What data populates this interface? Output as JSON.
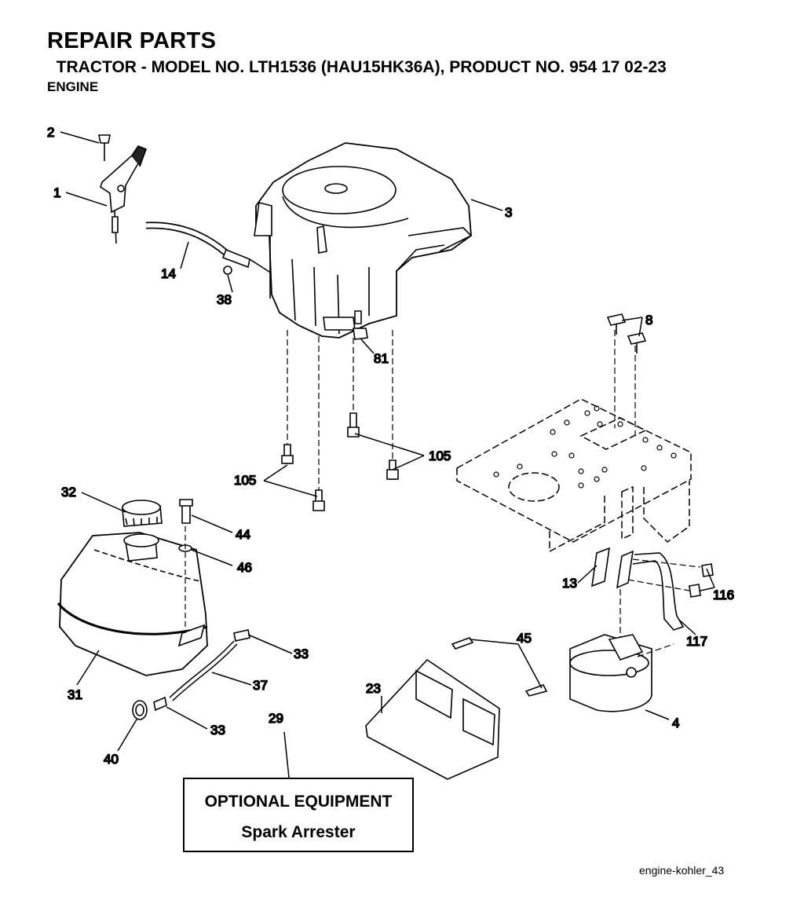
{
  "header": {
    "title": "REPAIR PARTS",
    "subtitle": "  TRACTOR - MODEL NO. LTH1536 (HAU15HK36A), PRODUCT NO. 954 17 02-23",
    "section": "ENGINE"
  },
  "callouts": {
    "c1": "1",
    "c2": "2",
    "c3": "3",
    "c4": "4",
    "c8": "8",
    "c13": "13",
    "c14": "14",
    "c23": "23",
    "c29": "29",
    "c31": "31",
    "c32": "32",
    "c33a": "33",
    "c33b": "33",
    "c37": "37",
    "c38": "38",
    "c40": "40",
    "c44": "44",
    "c45": "45",
    "c46": "46",
    "c81": "81",
    "c105a": "105",
    "c105b": "105",
    "c116": "116",
    "c117": "117"
  },
  "optional": {
    "title": "OPTIONAL EQUIPMENT",
    "item": "Spark Arrester"
  },
  "footer": {
    "ref": "engine-kohler_43"
  }
}
